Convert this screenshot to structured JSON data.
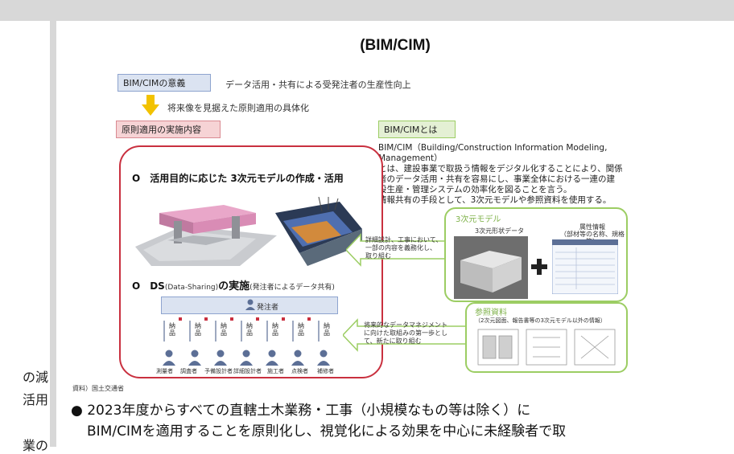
{
  "left_fragments": [
    "の減",
    "活用",
    "業の"
  ],
  "figure": {
    "title": "(BIM/CIM)",
    "significance_tag": "BIM/CIMの意義",
    "significance_text": "データ活用・共有による受発注者の生産性向上",
    "future_text": "将来像を見据えた原則適用の具体化",
    "principle_tag": "原則適用の実施内容",
    "what_tag": "BIM/CIMとは",
    "what_desc": [
      "BIM/CIM（Building/Construction Information Modeling,",
      "Management）",
      "とは、建設事業で取扱う情報をデジタル化することにより、関係",
      "者のデータ活用・共有を容易にし、事業全体における一連の建",
      "設生産・管理システムの効率化を図ることを言う。",
      "情報共有の手段として、3次元モデルや参照資料を使用する。"
    ],
    "item1": "O　活用目的に応じた 3次元モデルの作成・活用",
    "item2_prefix": "O　DS",
    "item2_paren": "(Data-Sharing)",
    "item2_main": "の実施",
    "item2_suffix": "(発注者によるデータ共有)",
    "orderer": "発注者",
    "callout1": [
      "詳細設計、工事において、",
      "一部の内容を義務化し、",
      "取り組む"
    ],
    "callout2": [
      "将来的なデータマネジメント",
      "に向けた取組みの第一歩とし",
      "て、新たに取り組む"
    ],
    "model3d_tag": "3次元モデル",
    "shape_data": "3次元形状データ",
    "attr_info": [
      "属性情報",
      "（部材等の名称、規格等）"
    ],
    "ref_tag": "参照資料",
    "ref_sub": "（2次元図面、報告書等の3次元モデル以外の情報）",
    "deliver_label": "納品",
    "roles": [
      "測量者",
      "調査者",
      "予備設計者",
      "詳細設計者",
      "施工者",
      "点検者",
      "補修者"
    ],
    "source": "資料）国土交通省"
  },
  "bullets": [
    "●  2023年度からすべての直轄土木業務・工事（小規模なもの等は除く）に",
    "BIM/CIMを適用することを原則化し、視覚化による効果を中心に未経験者で取"
  ],
  "colors": {
    "border_gray": "#d8d8d8",
    "tag_blue_bg": "#dbe3f1",
    "tag_red_bg": "#f6d3d5",
    "tag_green_bg": "#e4f0d4",
    "red_border": "#c9303f",
    "green_border": "#9ccd63",
    "arrow_yellow": "#f2c200"
  }
}
